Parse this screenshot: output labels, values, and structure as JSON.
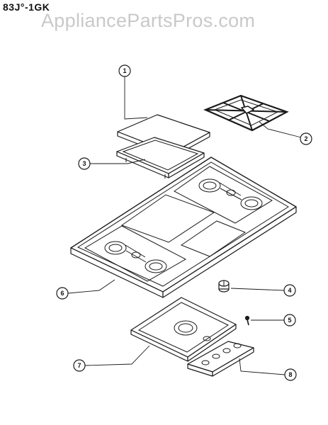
{
  "header": {
    "model_code": "83J°-1GK",
    "watermark": "AppliancePartsPros.com"
  },
  "callouts": [
    {
      "number": "1",
      "part": "griddle-plate"
    },
    {
      "number": "2",
      "part": "burner-grate"
    },
    {
      "number": "3",
      "part": "griddle-frame"
    },
    {
      "number": "4",
      "part": "control-knob"
    },
    {
      "number": "5",
      "part": "screw"
    },
    {
      "number": "6",
      "part": "cooktop-main-top"
    },
    {
      "number": "7",
      "part": "burner-module-pan"
    },
    {
      "number": "8",
      "part": "control-panel"
    }
  ]
}
